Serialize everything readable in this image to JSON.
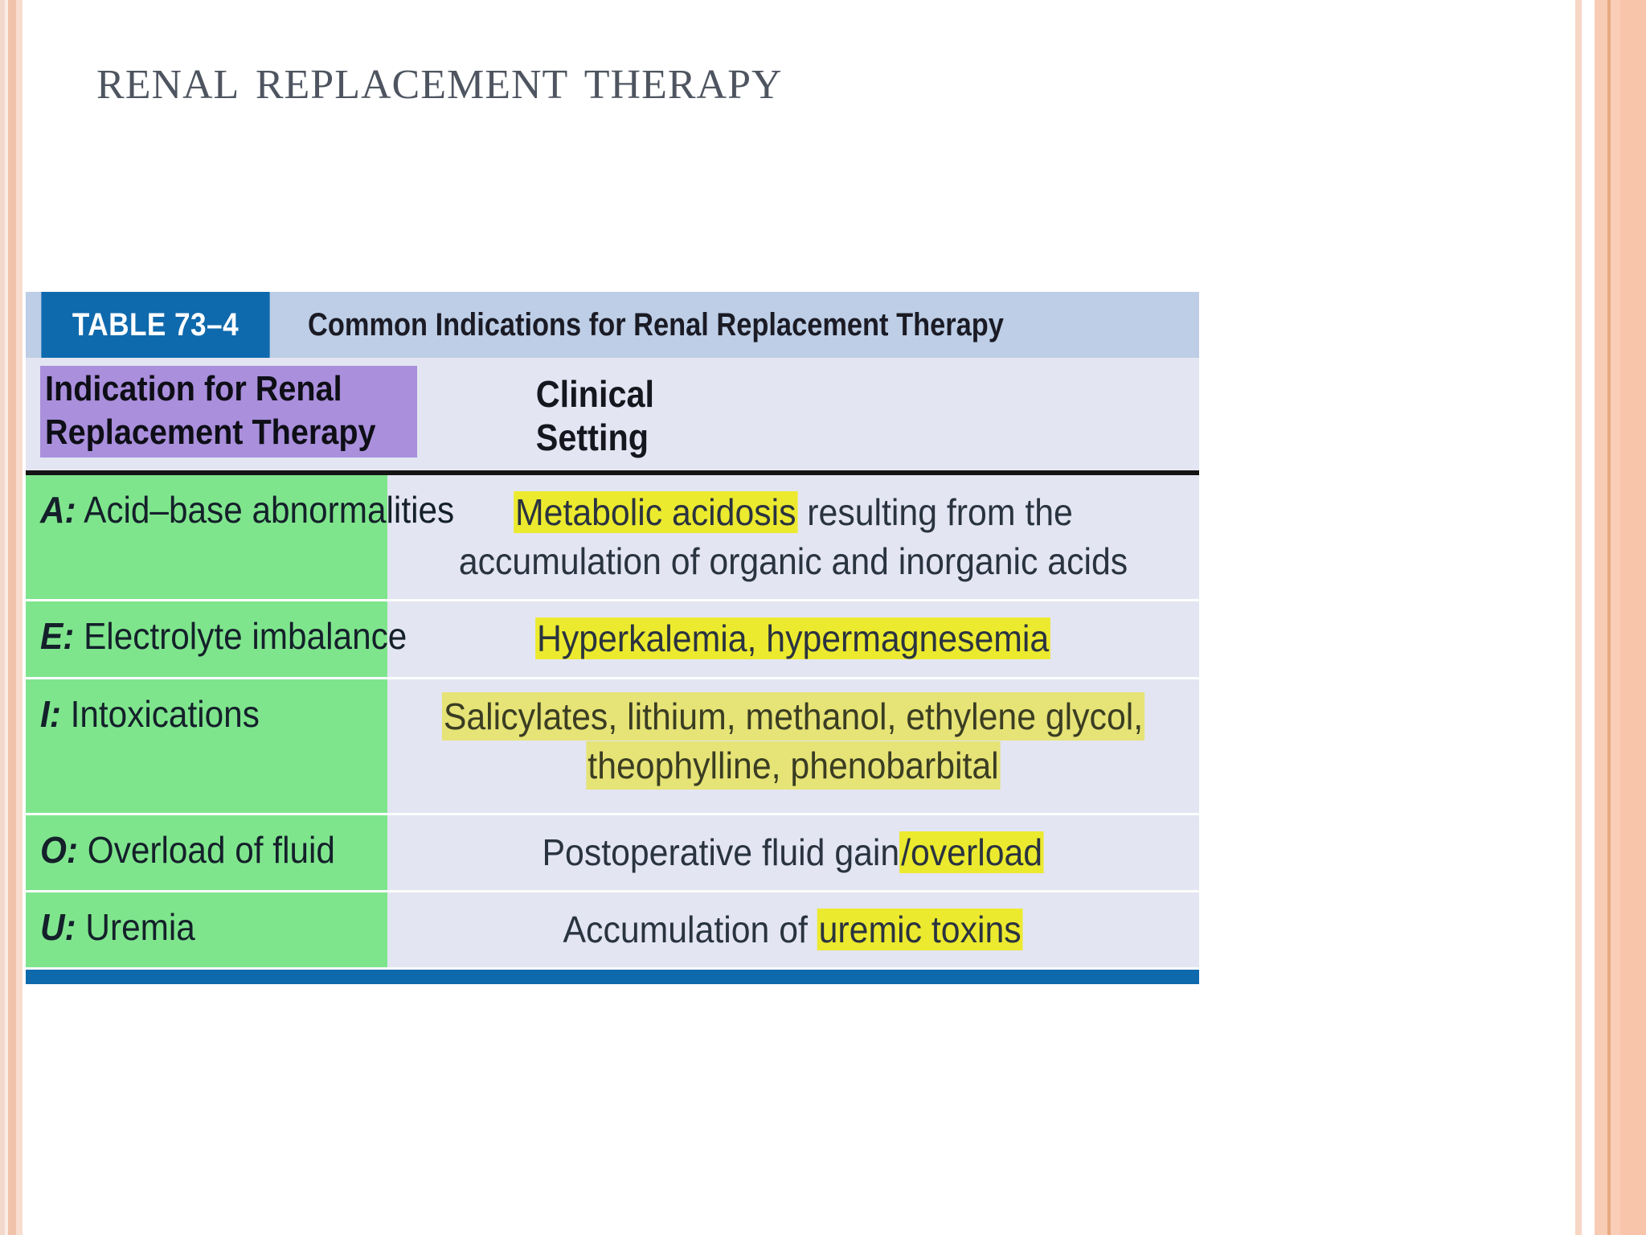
{
  "slide": {
    "title": "Renal replacement therapy",
    "colors": {
      "header_blue": "#0f6aad",
      "caption_band": "#bdcee6",
      "row_bg": "#e3e5f2",
      "indication_green": "#7fe58d",
      "highlight_purple": "#a98fdc",
      "highlight_yellow": "#ecea2e",
      "highlight_yellow_soft": "#e6e377",
      "edge_peach": "#f8c5ab",
      "title_text": "#4e5560"
    }
  },
  "table": {
    "number_label": "TABLE 73–4",
    "caption": "Common Indications for Renal Replacement Therapy",
    "columns": [
      {
        "header_line1": "Indication for Renal",
        "header_line2": "Replacement Therapy",
        "highlight": "purple"
      },
      {
        "header": "Clinical Setting",
        "highlight": "none"
      }
    ],
    "rows": [
      {
        "letter": "A:",
        "indication": "Acid–base abnormalities",
        "setting_highlight": "Metabolic acidosis",
        "setting_plain": " resulting from the accumulation of organic and inorganic acids",
        "setting_full": "Metabolic acidosis resulting from the accumulation of organic and inorganic acids"
      },
      {
        "letter": "E:",
        "indication": "Electrolyte imbalance",
        "setting_highlight": "Hyperkalemia, hypermagnesemia",
        "setting_plain": "",
        "setting_full": "Hyperkalemia, hypermagnesemia"
      },
      {
        "letter": "I:",
        "indication": "Intoxications",
        "setting_highlight": "Salicylates, lithium, methanol, ethylene glycol, theophylline, phenobarbital",
        "setting_plain": "",
        "setting_full": "Salicylates, lithium, methanol, ethylene glycol, theophylline, phenobarbital"
      },
      {
        "letter": "O:",
        "indication": "Overload of fluid",
        "setting_prefix": "Postoperative fluid gain",
        "setting_highlight": "/overload",
        "setting_full": "Postoperative fluid gain/overload"
      },
      {
        "letter": "U:",
        "indication": "Uremia",
        "setting_prefix": "Accumulation of ",
        "setting_highlight": "uremic toxins",
        "setting_full": "Accumulation of uremic toxins"
      }
    ]
  }
}
